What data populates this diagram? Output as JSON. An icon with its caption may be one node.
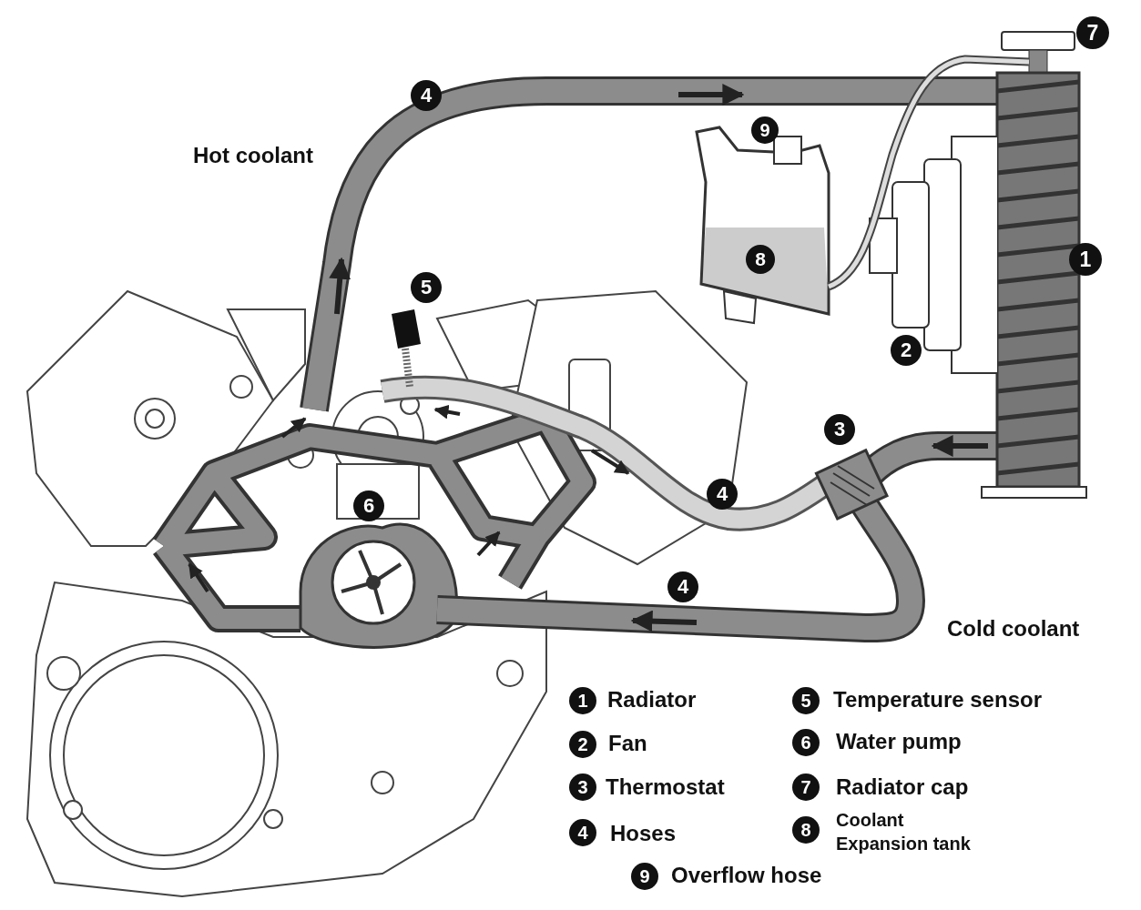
{
  "diagram": {
    "labels": [
      "7",
      "4",
      "9",
      "Hot coolant",
      "8",
      "1",
      "5",
      "2",
      "3",
      "4",
      "6",
      "4",
      "Cold coolant",
      "1",
      "Radiator",
      "5",
      "Temperature sensor",
      "2",
      "Fan",
      "6",
      "Water pump",
      "3",
      "Thermostat",
      "7",
      "Radiator cap",
      "4",
      "Hoses",
      "8",
      "Coolant Expansion tank",
      "9",
      "Overflow hose"
    ]
  }
}
